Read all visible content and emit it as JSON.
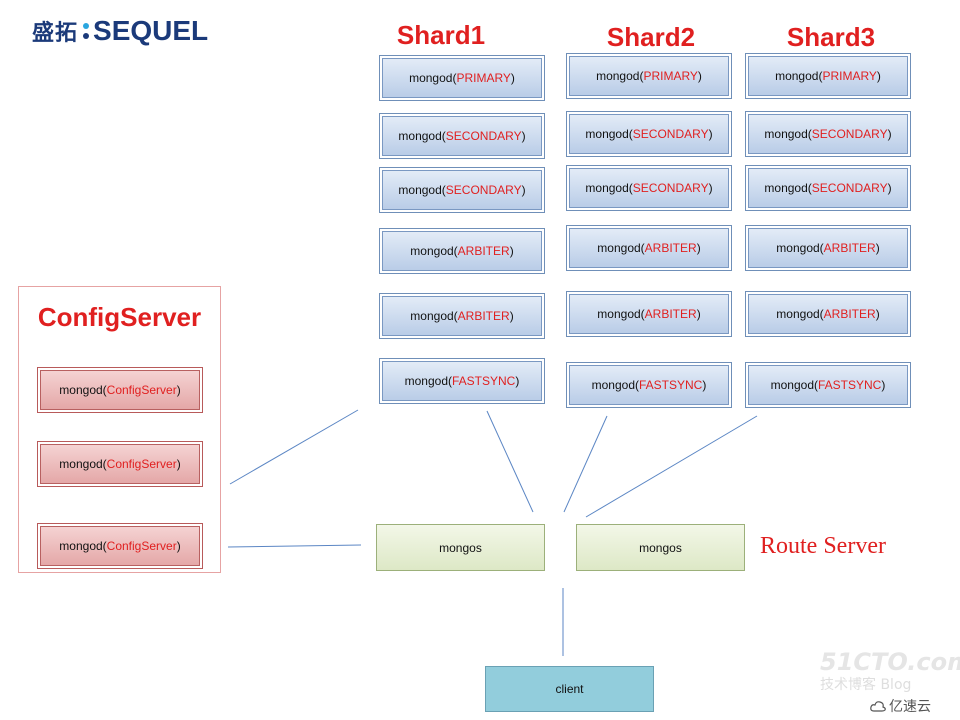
{
  "logo": {
    "cn": "盛拓",
    "en": "SEQUEL",
    "dot_colors": [
      "#2aa6df",
      "#1b3a7a"
    ]
  },
  "colors": {
    "accent_red": "#e02020",
    "logo_blue": "#1b3a7a"
  },
  "shards": [
    {
      "title": "Shard1",
      "nodes": [
        {
          "prefix": "mongod(",
          "role": "PRIMARY",
          "suffix": ")"
        },
        {
          "prefix": "mongod(",
          "role": "SECONDARY",
          "suffix": ")"
        },
        {
          "prefix": "mongod(",
          "role": "SECONDARY",
          "suffix": ")"
        },
        {
          "prefix": "mongod(",
          "role": "ARBITER",
          "suffix": ")"
        },
        {
          "prefix": "mongod(",
          "role": "ARBITER",
          "suffix": ")"
        },
        {
          "prefix": "mongod(",
          "role": "FASTSYNC",
          "suffix": ")"
        }
      ]
    },
    {
      "title": "Shard2",
      "nodes": [
        {
          "prefix": "mongod(",
          "role": "PRIMARY",
          "suffix": ")"
        },
        {
          "prefix": "mongod(",
          "role": "SECONDARY",
          "suffix": ")"
        },
        {
          "prefix": "mongod(",
          "role": "SECONDARY",
          "suffix": ")"
        },
        {
          "prefix": "mongod(",
          "role": "ARBITER",
          "suffix": ")"
        },
        {
          "prefix": "mongod(",
          "role": "ARBITER",
          "suffix": ")"
        },
        {
          "prefix": "mongod(",
          "role": "FASTSYNC",
          "suffix": ")"
        }
      ]
    },
    {
      "title": "Shard3",
      "nodes": [
        {
          "prefix": "mongod(",
          "role": "PRIMARY",
          "suffix": ")"
        },
        {
          "prefix": "mongod(",
          "role": "SECONDARY",
          "suffix": ")"
        },
        {
          "prefix": "mongod(",
          "role": "SECONDARY",
          "suffix": ")"
        },
        {
          "prefix": "mongod(",
          "role": "ARBITER",
          "suffix": ")"
        },
        {
          "prefix": "mongod(",
          "role": "ARBITER",
          "suffix": ")"
        },
        {
          "prefix": "mongod(",
          "role": "FASTSYNC",
          "suffix": ")"
        }
      ]
    }
  ],
  "config_server": {
    "title": "ConfigServer",
    "nodes": [
      {
        "prefix": "mongod(",
        "role": "ConfigServer",
        "suffix": ")"
      },
      {
        "prefix": "mongod(",
        "role": "ConfigServer",
        "suffix": ")"
      },
      {
        "prefix": "mongod(",
        "role": "ConfigServer",
        "suffix": ")"
      }
    ]
  },
  "routers": [
    {
      "label": "mongos"
    },
    {
      "label": "mongos"
    }
  ],
  "route_server_label": "Route Server",
  "client": {
    "label": "client"
  },
  "watermark": {
    "site": "51CTO.com",
    "sub": "技术博客 Blog",
    "brand": "亿速云",
    "icon": "cloud-icon"
  }
}
